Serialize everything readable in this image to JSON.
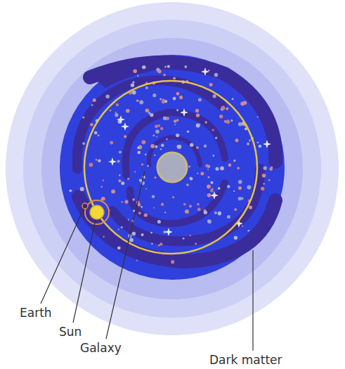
{
  "diagram": {
    "labels": [
      "Earth",
      "Sun",
      "Galaxy",
      "Dark matter"
    ]
  }
}
